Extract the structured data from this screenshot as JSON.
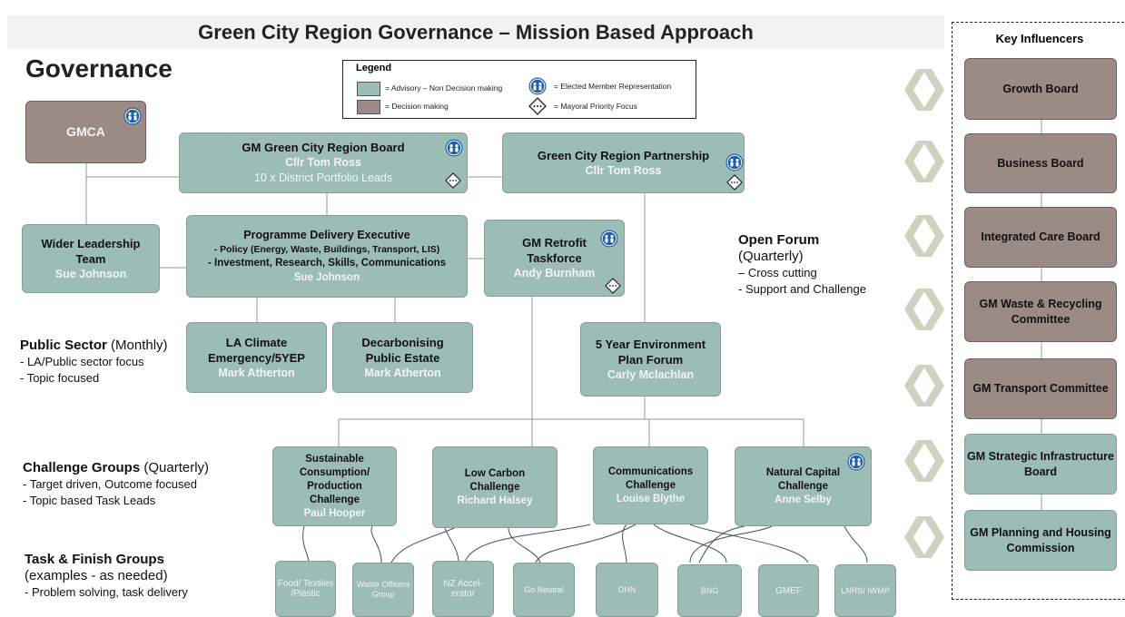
{
  "title": "Green City Region Governance – Mission Based Approach",
  "governance_heading": "Governance",
  "legend": {
    "title": "Legend",
    "advisory": "= Advisory – Non Decision making",
    "decision": "= Decision making",
    "elected": "= Elected Member Representation",
    "mayoral": "= Mayoral Priority Focus",
    "colors": {
      "advisory": "#9cbdb6",
      "decision": "#9b8a86"
    }
  },
  "boxes": {
    "gmca": {
      "name": "GMCA"
    },
    "board": {
      "name": "GM Green City Region Board",
      "lead": "Cllr Tom Ross",
      "sub": "10 x District Portfolio Leads"
    },
    "partnership": {
      "name": "Green City Region Partnership",
      "lead": "Cllr Tom Ross"
    },
    "wider": {
      "name1": "Wider Leadership",
      "name2": "Team",
      "lead": "Sue Johnson"
    },
    "pde": {
      "name": "Programme Delivery Executive",
      "line1": "- Policy (Energy, Waste, Buildings, Transport, LIS)",
      "line2": "- Investment, Research, Skills, Communications",
      "lead": "Sue Johnson"
    },
    "retrofit": {
      "name1": "GM Retrofit",
      "name2": "Taskforce",
      "lead": "Andy Burnham"
    },
    "laclimate": {
      "name1": "LA Climate",
      "name2": "Emergency/5YEP",
      "lead": "Mark Atherton"
    },
    "decarb": {
      "name1": "Decarbonising",
      "name2": "Public Estate",
      "lead": "Mark Atherton"
    },
    "fiveyear": {
      "name1": "5 Year Environment",
      "name2": "Plan Forum",
      "lead": "Carly Mclachlan"
    },
    "sustainable": {
      "name1": "Sustainable",
      "name2": "Consumption/",
      "name3": "Production",
      "name4": "Challenge",
      "lead": "Paul Hooper"
    },
    "lowcarbon": {
      "name1": "Low Carbon",
      "name2": "Challenge",
      "lead": "Richard Halsey"
    },
    "comms": {
      "name1": "Communications",
      "name2": "Challenge",
      "lead": "Louise Blythe"
    },
    "natural": {
      "name1": "Natural Capital",
      "name2": "Challenge",
      "lead": "Anne Selby"
    }
  },
  "task_groups": [
    {
      "label": "Food/ Textiles /Plastic"
    },
    {
      "label": "Waste Officers Group"
    },
    {
      "label": "NZ Accel- erator"
    },
    {
      "label": "Go Neutral"
    },
    {
      "label": "DHN"
    },
    {
      "label": "BNG"
    },
    {
      "label": "GMEF"
    },
    {
      "label": "LNRS/ IWMP"
    }
  ],
  "text_blocks": {
    "open_forum": {
      "heading": "Open Forum",
      "freq": "(Quarterly)",
      "l1": "– Cross cutting",
      "l2": "- Support and Challenge"
    },
    "public_sector": {
      "heading": "Public Sector",
      "freq": " (Monthly)",
      "l1": "- LA/Public sector focus",
      "l2": "- Topic focused"
    },
    "challenge_groups": {
      "heading": "Challenge Groups",
      "freq": " (Quarterly)",
      "l1": "-   Target driven, Outcome focused",
      "l2": "-   Topic based Task Leads"
    },
    "task_finish": {
      "heading": "Task & Finish Groups",
      "freq": "(examples - as needed)",
      "l1": "-   Problem solving, task delivery"
    }
  },
  "influencers": {
    "title": "Key Influencers",
    "items": [
      {
        "label": "Growth Board",
        "kind": "decision"
      },
      {
        "label": "Business Board",
        "kind": "decision"
      },
      {
        "label": "Integrated Care Board",
        "kind": "decision"
      },
      {
        "label": "GM Waste & Recycling Committee",
        "kind": "decision"
      },
      {
        "label": "GM Transport Committee",
        "kind": "decision"
      },
      {
        "label": "GM Strategic Infrastructure Board",
        "kind": "advisory"
      },
      {
        "label": "GM Planning and Housing Commission",
        "kind": "advisory"
      }
    ]
  }
}
